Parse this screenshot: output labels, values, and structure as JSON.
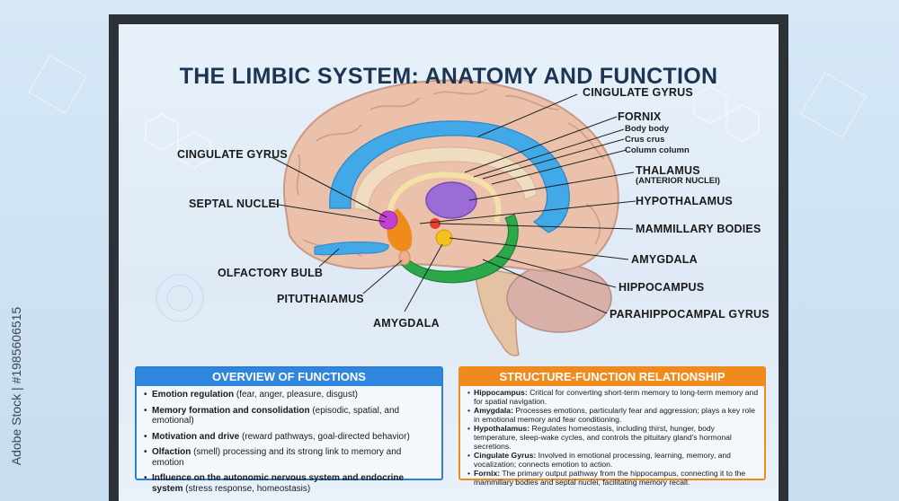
{
  "title": "THE LIMBIC SYSTEM: ANATOMY AND FUNCTION",
  "labels_left": {
    "cingulate_gyrus": "CINGULATE GYRUS",
    "septal_nuclei": "SEPTAL NUCLEI",
    "olfactory_bulb": "OLFACTORY BULB",
    "pituthaiamus": "PITUTHAIAMUS",
    "amygdala": "AMYGDALA"
  },
  "labels_right": {
    "cingulate_gyrus": "CINGULATE GYRUS",
    "fornix": "FORNIX",
    "fornix_body": "Body body",
    "fornix_crus": "Crus crus",
    "fornix_column": "Column column",
    "thalamus": "THALAMUS",
    "thalamus_sub": "(ANTERIOR NUCLEI)",
    "hypothalamus": "HYPOTHALAMUS",
    "mammillary_bodies": "MAMMILLARY BODIES",
    "amygdala": "AMYGDALA",
    "hippocampus": "HIPPOCAMPUS",
    "parahippocampal_gyrus": "PARAHIPPOCAMPAL GYRUS"
  },
  "overview": {
    "heading": "OVERVIEW OF FUNCTIONS",
    "items": [
      {
        "bold": "Emotion regulation",
        "rest": " (fear, anger, pleasure, disgust)"
      },
      {
        "bold": "Memory formation and consolidation",
        "rest": " (episodic, spatial, and emotional)"
      },
      {
        "bold": "Motivation and drive",
        "rest": " (reward pathways, goal-directed behavior)"
      },
      {
        "bold": "Olfaction",
        "rest": " (smell) processing and its strong link to memory and emotion"
      },
      {
        "bold": "Influence on the autonomic nervous system and endocrine system",
        "rest": " (stress response, homeostasis)"
      }
    ]
  },
  "structure_function": {
    "heading": "STRUCTURE-FUNCTION RELATIONSHIP",
    "items": [
      {
        "bold": "Hippocampus:",
        "rest": " Critical for converting short-term memory to long-term memory and for spatial navigation."
      },
      {
        "bold": "Amygdala:",
        "rest": " Processes emotions, particularly fear and aggression; plays a key role in emotional memory and fear conditioning."
      },
      {
        "bold": "Hypothalamus:",
        "rest": " Regulates homeostasis, including thirst, hunger, body temperature, sleep-wake cycles, and controls the pituitary gland's hormonal secretions."
      },
      {
        "bold": "Cingulate Gyrus:",
        "rest": " Involved in emotional processing, learning, memory, and vocalization; connects emotion to action."
      },
      {
        "bold": "Fornix:",
        "rest": " The primary output pathway from the hippocampus, connecting it to the mammillary bodies and septal nuclei, facilitating memory recall."
      }
    ]
  },
  "watermark": "Adobe Stock | #1985606515",
  "colors": {
    "frame": "#2d3138",
    "title": "#1d3553",
    "overview_accent": "#2f86dd",
    "structure_accent": "#f08a1c",
    "cingulate": "#3aa8e6",
    "thalamus": "#9b6bd6",
    "hippocampus": "#2aa84a",
    "amygdala": "#f5c023",
    "septal": "#c040d0",
    "brain": "#e9b9a3"
  }
}
